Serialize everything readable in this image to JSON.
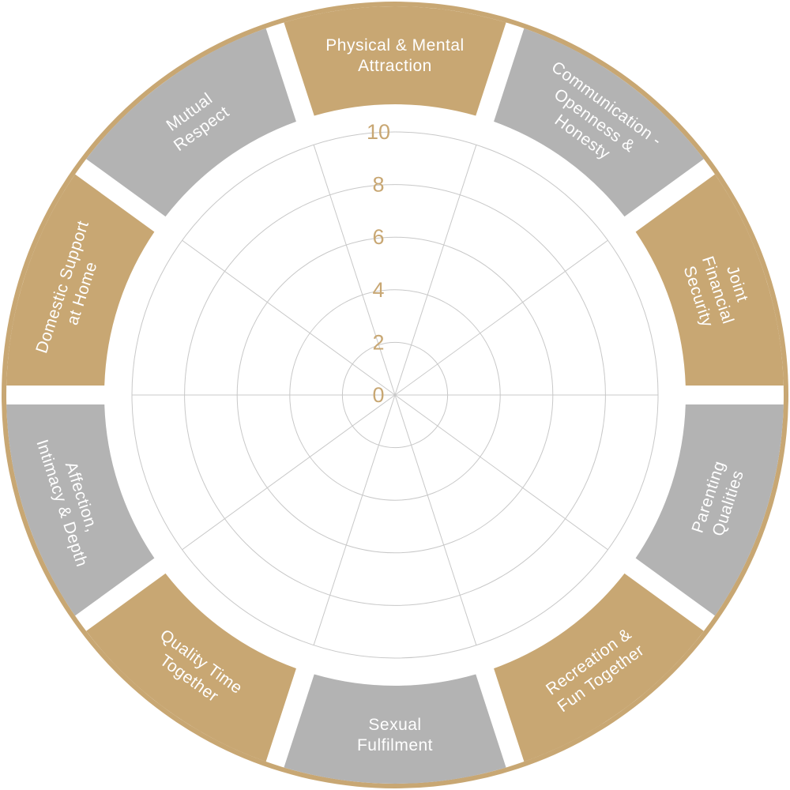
{
  "colors": {
    "gold": "#c8a773",
    "grey": "#b3b3b3",
    "gap": "#ffffff",
    "grid": "#c8c8c8",
    "segment_text": "#ffffff",
    "scale_text": "#c8a773"
  },
  "scale": {
    "labels": [
      "0",
      "2",
      "4",
      "6",
      "8",
      "10"
    ],
    "min": 0,
    "max": 10
  },
  "segments": [
    {
      "lines": [
        "Physical & Mental",
        "Attraction"
      ],
      "color": "gold"
    },
    {
      "lines": [
        "Communication -",
        "Openness &",
        "Honesty"
      ],
      "color": "grey"
    },
    {
      "lines": [
        "Joint",
        "Financial",
        "Security"
      ],
      "color": "gold"
    },
    {
      "lines": [
        "Parenting",
        "Qualities"
      ],
      "color": "grey"
    },
    {
      "lines": [
        "Recreation &",
        "Fun Together"
      ],
      "color": "gold"
    },
    {
      "lines": [
        "Sexual",
        "Fulfilment"
      ],
      "color": "grey"
    },
    {
      "lines": [
        "Quality Time",
        "Together"
      ],
      "color": "gold"
    },
    {
      "lines": [
        "Affection,",
        "Intimacy & Depth"
      ],
      "color": "grey"
    },
    {
      "lines": [
        "Domestic Support",
        "at Home"
      ],
      "color": "gold"
    },
    {
      "lines": [
        "Mutual",
        "Respect"
      ],
      "color": "grey"
    }
  ]
}
